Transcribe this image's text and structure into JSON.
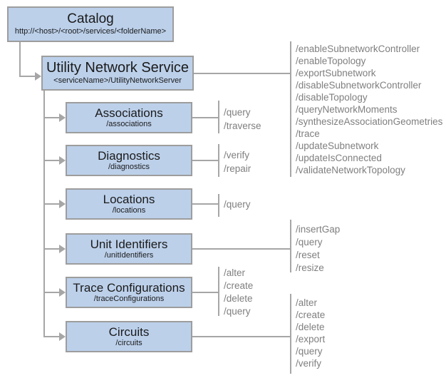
{
  "diagram": {
    "title_implied": "Utility Network Service REST resource hierarchy",
    "colors": {
      "box_fill": "#bcd0ea",
      "box_border": "#9d9d9d",
      "connector": "#a6a6a6",
      "title_text": "#1b1b1b",
      "operation_text": "#7f7f7f",
      "background": "#ffffff"
    },
    "catalog": {
      "title": "Catalog",
      "subtitle": "http://<host>/<root>/services/<folderName>"
    },
    "service": {
      "title": "Utility Network Service",
      "subtitle": "<serviceName>/UtilityNetworkServer",
      "operations": [
        "/enableSubnetworkController",
        "/enableTopology",
        "/exportSubnetwork",
        "/disableSubnetworkController",
        "/disableTopology",
        "/queryNetworkMoments",
        "/synthesizeAssociationGeometries",
        "/trace",
        "/updateSubnetwork",
        "/updateIsConnected",
        "/validateNetworkTopology"
      ]
    },
    "resources": [
      {
        "title": "Associations",
        "subtitle": "/associations",
        "operations": [
          "/query",
          "/traverse"
        ]
      },
      {
        "title": "Diagnostics",
        "subtitle": "/diagnostics",
        "operations": [
          "/verify",
          "/repair"
        ]
      },
      {
        "title": "Locations",
        "subtitle": "/locations",
        "operations": [
          "/query"
        ]
      },
      {
        "title": "Unit Identifiers",
        "subtitle": "/unitIdentifiers",
        "operations": [
          "/insertGap",
          "/query",
          "/reset",
          "/resize"
        ]
      },
      {
        "title": "Trace Configurations",
        "subtitle": "/traceConfigurations",
        "operations": [
          "/alter",
          "/create",
          "/delete",
          "/query"
        ]
      },
      {
        "title": "Circuits",
        "subtitle": "/circuits",
        "operations": [
          "/alter",
          "/create",
          "/delete",
          "/export",
          "/query",
          "/verify"
        ]
      }
    ]
  }
}
